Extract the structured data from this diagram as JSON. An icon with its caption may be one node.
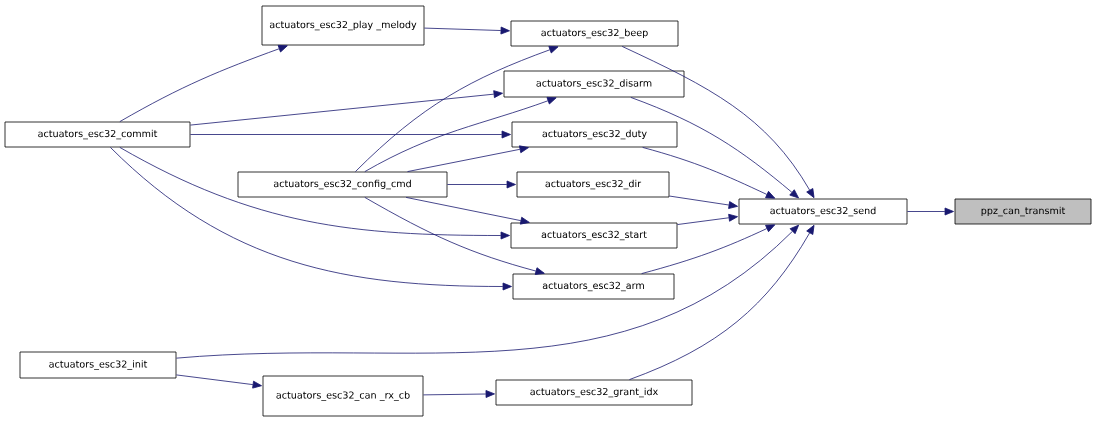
{
  "diagram": {
    "nodes": [
      {
        "text": [
          "ppz_can_transmit"
        ]
      },
      {
        "text": [
          "actuators_esc32_send"
        ]
      },
      {
        "text": [
          "actuators_esc32_beep"
        ]
      },
      {
        "text": [
          "actuators_esc32_disarm"
        ]
      },
      {
        "text": [
          "actuators_esc32_duty"
        ]
      },
      {
        "text": [
          "actuators_esc32_dir"
        ]
      },
      {
        "text": [
          "actuators_esc32_start"
        ]
      },
      {
        "text": [
          "actuators_esc32_arm"
        ]
      },
      {
        "text": [
          "actuators_esc32_grant_idx"
        ]
      },
      {
        "text": [
          "actuators_esc32_play _melody"
        ]
      },
      {
        "text": [
          "actuators_esc32_commit"
        ]
      },
      {
        "text": [
          "actuators_esc32_config_cmd"
        ]
      },
      {
        "text": [
          "actuators_esc32_init"
        ]
      },
      {
        "text": [
          "actuators_esc32_can _rx_cb"
        ]
      }
    ],
    "edges": [
      {
        "from": 1,
        "to": 0,
        "arrow": "to"
      },
      {
        "from": 2,
        "to": 1,
        "arrow": "to"
      },
      {
        "from": 3,
        "to": 1,
        "arrow": "to"
      },
      {
        "from": 4,
        "to": 1,
        "arrow": "to"
      },
      {
        "from": 5,
        "to": 1,
        "arrow": "to"
      },
      {
        "from": 6,
        "to": 1,
        "arrow": "to"
      },
      {
        "from": 7,
        "to": 1,
        "arrow": "to"
      },
      {
        "from": 12,
        "to": 1,
        "arrow": "to"
      },
      {
        "from": 8,
        "to": 1,
        "arrow": "to"
      },
      {
        "from": 9,
        "to": 2,
        "arrow": "to"
      },
      {
        "from": 10,
        "to": 9,
        "arrow": "to"
      },
      {
        "from": 10,
        "to": 3,
        "arrow": "to"
      },
      {
        "from": 10,
        "to": 4,
        "arrow": "to"
      },
      {
        "from": 10,
        "to": 6,
        "arrow": "to"
      },
      {
        "from": 10,
        "to": 7,
        "arrow": "to"
      },
      {
        "from": 11,
        "to": 2,
        "arrow": "to"
      },
      {
        "from": 11,
        "to": 3,
        "arrow": "to"
      },
      {
        "from": 11,
        "to": 4,
        "arrow": "to"
      },
      {
        "from": 11,
        "to": 5,
        "arrow": "to"
      },
      {
        "from": 11,
        "to": 6,
        "arrow": "to"
      },
      {
        "from": 11,
        "to": 7,
        "arrow": "to"
      },
      {
        "from": 12,
        "to": 13,
        "arrow": "to"
      },
      {
        "from": 13,
        "to": 8,
        "arrow": "to"
      }
    ]
  }
}
